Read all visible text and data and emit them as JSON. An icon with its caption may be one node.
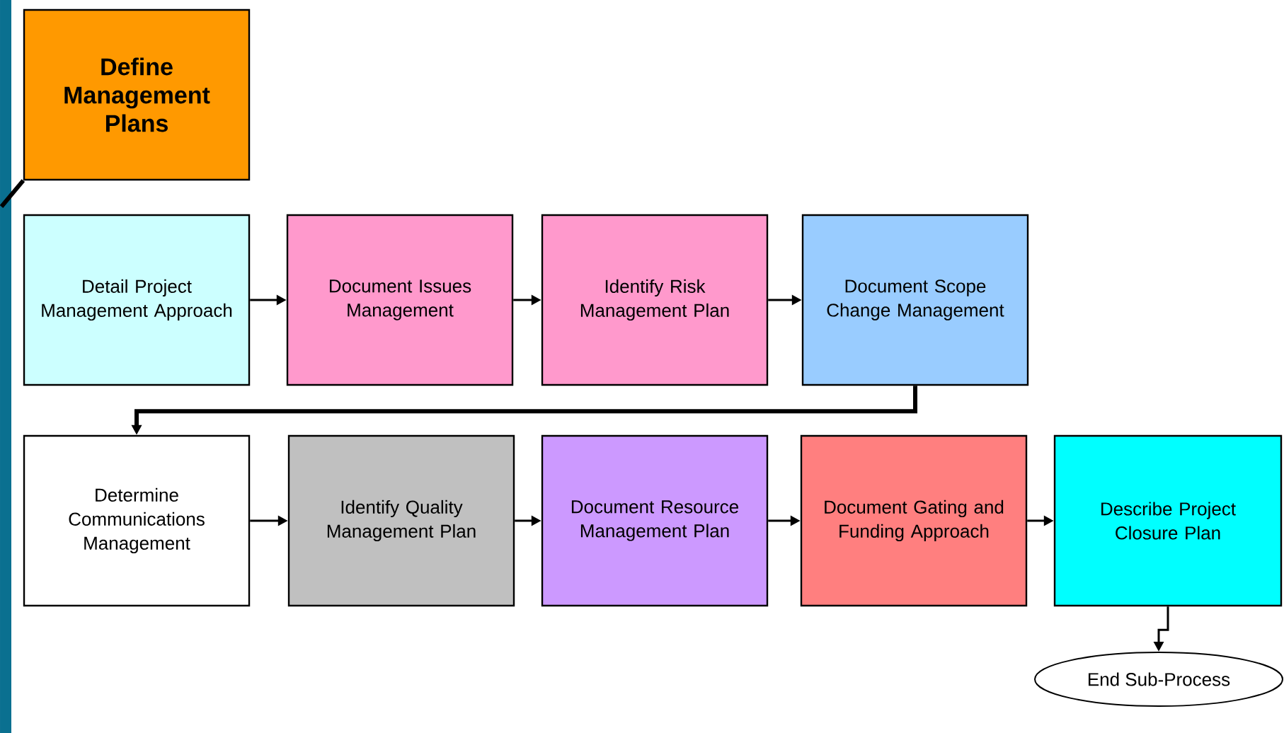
{
  "diagram": {
    "nodes": [
      {
        "text": [
          "Define Management Plans"
        ]
      },
      {
        "text": [
          "Detail Project Management Approach"
        ]
      },
      {
        "text": [
          "Document Issues Management"
        ]
      },
      {
        "text": [
          "Identify Risk Management Plan"
        ]
      },
      {
        "text": [
          "Document Scope Change Management"
        ]
      },
      {
        "text": [
          "Determine Communications Management"
        ]
      },
      {
        "text": [
          "Identify Quality Management Plan"
        ]
      },
      {
        "text": [
          "Document Resource Management Plan"
        ]
      },
      {
        "text": [
          "Document Gating and Funding Approach"
        ]
      },
      {
        "text": [
          "Describe Project Closure Plan"
        ]
      },
      {
        "text": [
          "End Sub-Process"
        ]
      }
    ],
    "edges": [
      {
        "from": null,
        "to": 0,
        "arrow": "none",
        "style": "thick"
      },
      {
        "from": 1,
        "to": 2,
        "arrow": "to"
      },
      {
        "from": 2,
        "to": 3,
        "arrow": "to"
      },
      {
        "from": 3,
        "to": 4,
        "arrow": "to"
      },
      {
        "from": 4,
        "to": 5,
        "arrow": "to",
        "style": "thick"
      },
      {
        "from": 5,
        "to": 6,
        "arrow": "to"
      },
      {
        "from": 6,
        "to": 7,
        "arrow": "to"
      },
      {
        "from": 7,
        "to": 8,
        "arrow": "to"
      },
      {
        "from": 8,
        "to": 9,
        "arrow": "to"
      },
      {
        "from": 9,
        "to": 10,
        "arrow": "to"
      }
    ]
  }
}
